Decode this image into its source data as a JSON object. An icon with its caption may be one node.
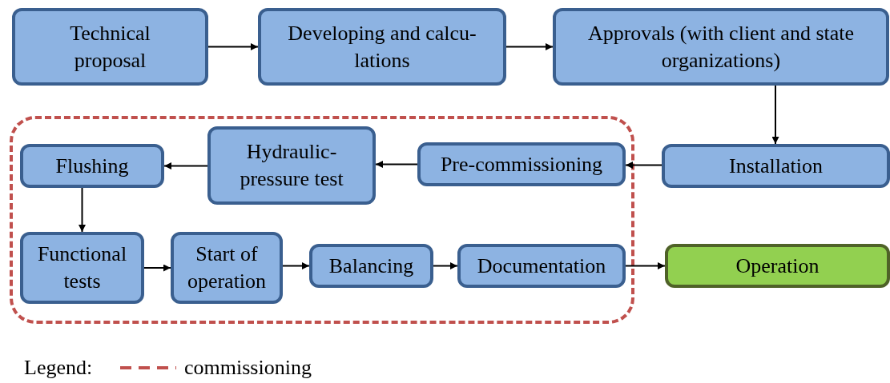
{
  "diagram": {
    "nodes": [
      {
        "text": [
          "Technical proposal"
        ]
      },
      {
        "text": [
          "Developing and calcu- lations"
        ]
      },
      {
        "text": [
          "Approvals (with client and state organizations)"
        ]
      },
      {
        "text": [
          "Installation"
        ]
      },
      {
        "text": [],
        "shape": "box"
      },
      {
        "text": [
          "Pre-commissioning"
        ],
        "in": 4
      },
      {
        "text": [
          "Hydraulic- pressure test"
        ],
        "in": 4
      },
      {
        "text": [
          "Flushing"
        ],
        "in": 4
      },
      {
        "text": [
          "Functional tests"
        ],
        "in": 4
      },
      {
        "text": [
          "Start of operation"
        ],
        "in": 4
      },
      {
        "text": [
          "Balancing"
        ],
        "in": 4
      },
      {
        "text": [
          "Documentation"
        ],
        "in": 4
      },
      {
        "text": [
          "Operation"
        ]
      }
    ],
    "edges": [
      {
        "from": 0,
        "to": 1,
        "arrow": "to"
      },
      {
        "from": 1,
        "to": 2,
        "arrow": "to"
      },
      {
        "from": 2,
        "to": 3,
        "arrow": "to"
      },
      {
        "from": 3,
        "to": 5,
        "arrow": "to"
      },
      {
        "from": 5,
        "to": 6,
        "arrow": "to"
      },
      {
        "from": 6,
        "to": 7,
        "arrow": "to"
      },
      {
        "from": 7,
        "to": 8,
        "arrow": "to"
      },
      {
        "from": 8,
        "to": 9,
        "arrow": "to"
      },
      {
        "from": 9,
        "to": 10,
        "arrow": "to"
      },
      {
        "from": 10,
        "to": 11,
        "arrow": "to"
      },
      {
        "from": 11,
        "to": 12,
        "arrow": "to"
      }
    ],
    "labels": [
      "Legend:"
    ],
    "legend": [
      {
        "text": "commissioning"
      }
    ]
  }
}
